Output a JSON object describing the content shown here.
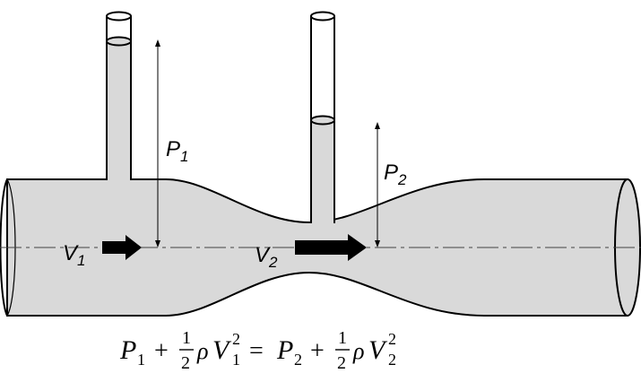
{
  "diagram": {
    "labels": {
      "p1": "P",
      "p1_sub": "1",
      "p2": "P",
      "p2_sub": "2",
      "v1": "V",
      "v1_sub": "1",
      "v2": "V",
      "v2_sub": "2"
    },
    "equation": {
      "lhs_p": "P",
      "lhs_p_sub": "1",
      "plus1": "+",
      "frac1_num": "1",
      "frac1_den": "2",
      "rho1": "ρ",
      "lhs_v": "V",
      "lhs_v_sub": "1",
      "lhs_v_sup": "2",
      "equals": "=",
      "rhs_p": "P",
      "rhs_p_sub": "2",
      "plus2": "+",
      "frac2_num": "1",
      "frac2_den": "2",
      "rho2": "ρ",
      "rhs_v": "V",
      "rhs_v_sub": "2",
      "rhs_v_sup": "2"
    },
    "colors": {
      "fluid": "#d9d9d9",
      "outline": "#000000"
    }
  }
}
